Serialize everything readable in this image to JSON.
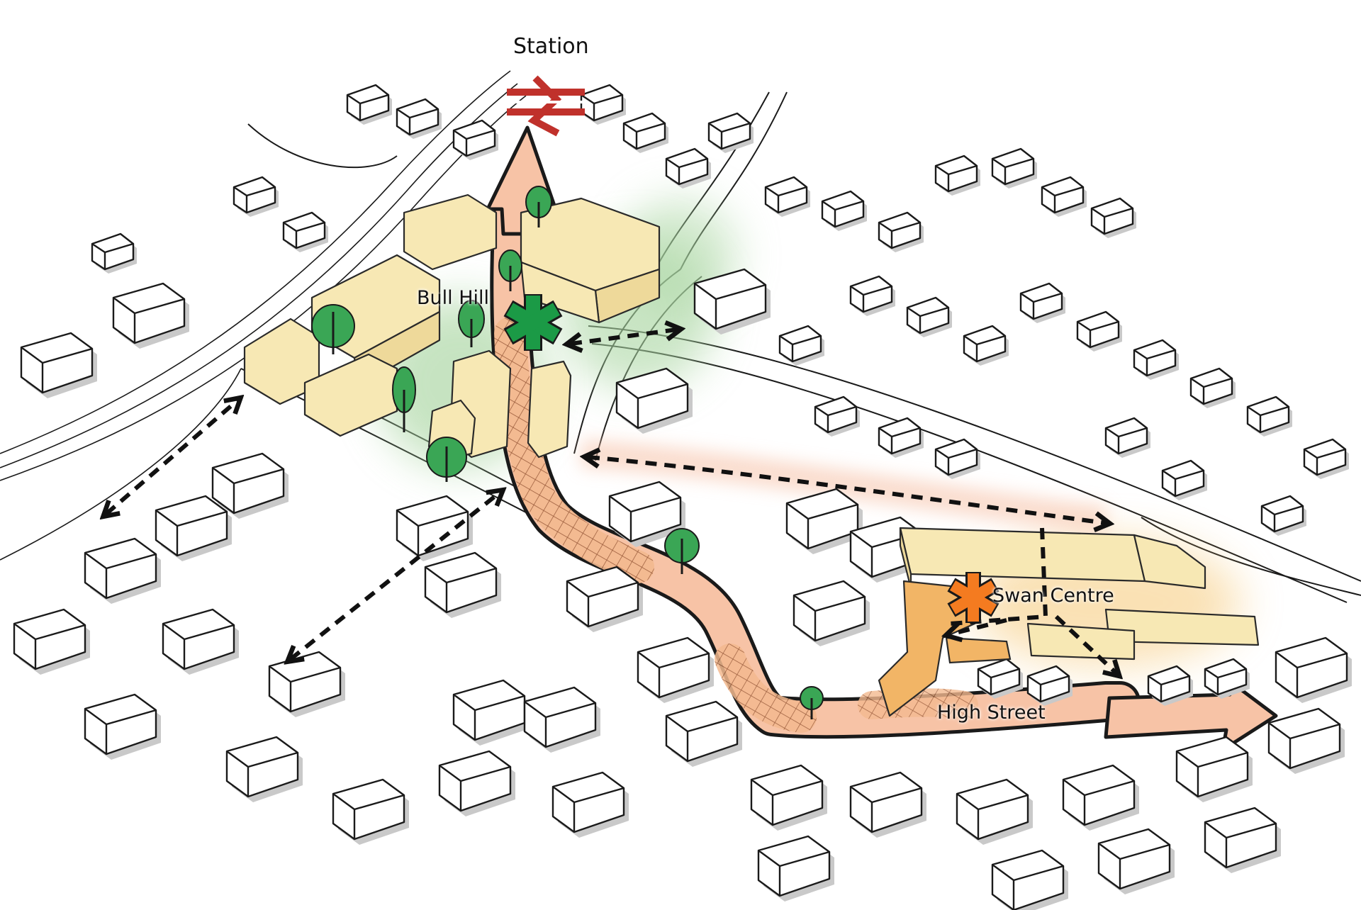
{
  "labels": {
    "station": "Station",
    "bull_hill": "Bull Hill",
    "swan_centre": "Swan Centre",
    "high_street": "High Street"
  },
  "colors": {
    "route": "#f7b99a",
    "route_edge": "#1a1a1a",
    "development": "#f7e8b4",
    "swan_development": "#f2b566",
    "green_space": "#a8d5a0",
    "tree": "#3aa655",
    "bull_hill_marker": "#1b9a46",
    "swan_centre_marker": "#f47b20",
    "rail_symbol": "#c0312b",
    "pedestrian_link": "#111111"
  },
  "icons": {
    "station": "national-rail-icon",
    "bull_hill": "asterisk-icon",
    "swan_centre": "asterisk-icon"
  }
}
